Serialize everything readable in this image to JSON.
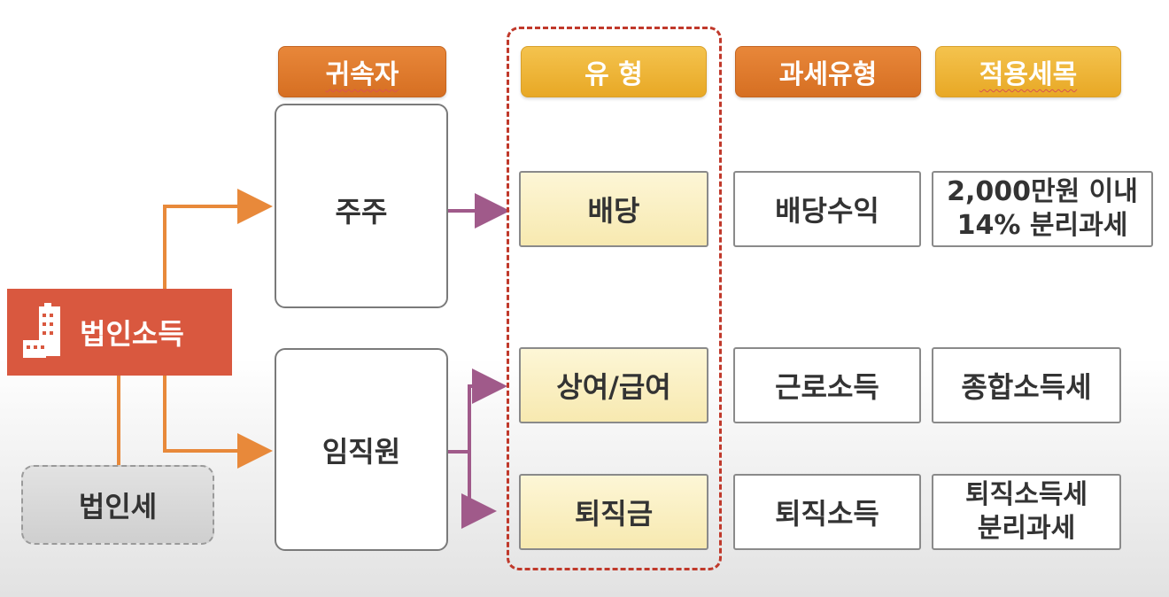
{
  "headers": {
    "owner": "귀속자",
    "type": "유 형",
    "tax_type": "과세유형",
    "tax_item": "적용세목"
  },
  "source": {
    "label": "법인소득",
    "icon": "building-icon",
    "tax": "법인세"
  },
  "owners": {
    "shareholder": "주주",
    "employee": "임직원"
  },
  "rows": [
    {
      "type": "배당",
      "tax_type": "배당수익",
      "tax_item_line1": "2,000만원 이내",
      "tax_item_line2": "14% 분리과세"
    },
    {
      "type": "상여/급여",
      "tax_type": "근로소득",
      "tax_item_line1": "종합소득세",
      "tax_item_line2": ""
    },
    {
      "type": "퇴직금",
      "tax_type": "퇴직소득",
      "tax_item_line1": "퇴직소득세",
      "tax_item_line2": "분리과세"
    }
  ],
  "colors": {
    "orange_arrow": "#e8893a",
    "purple_arrow": "#a05a8a",
    "corp_red": "#d9583f",
    "dash_red": "#c0392b"
  }
}
